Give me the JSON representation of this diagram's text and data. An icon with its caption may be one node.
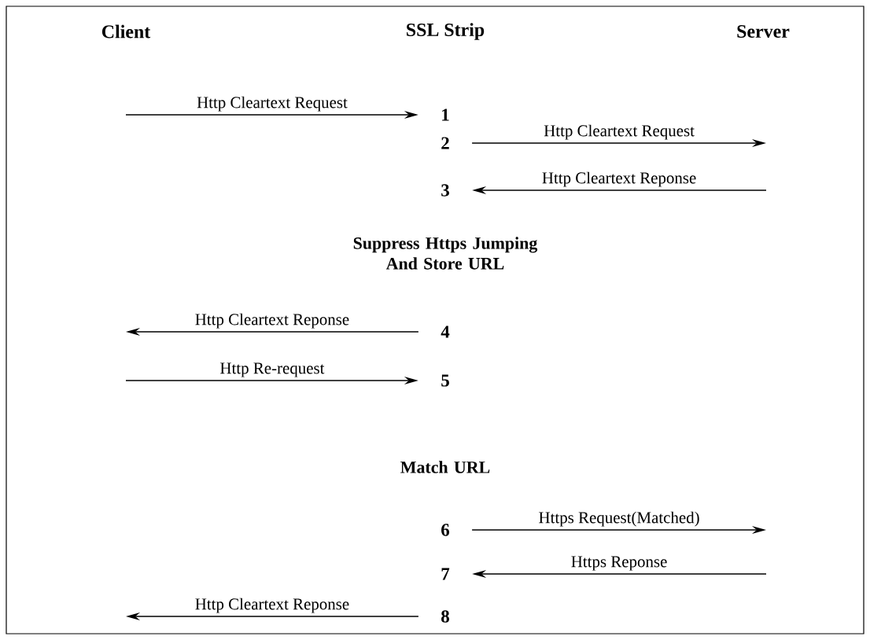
{
  "diagram": {
    "nodes": [
      {
        "text": [
          "Client"
        ]
      },
      {
        "text": [
          "SSL Strip"
        ]
      },
      {
        "text": [
          "Server"
        ]
      },
      {
        "text": [
          "1"
        ]
      },
      {
        "text": [
          "2"
        ]
      },
      {
        "text": [
          "3"
        ]
      },
      {
        "text": [
          "4"
        ]
      },
      {
        "text": [
          "5"
        ]
      },
      {
        "text": [
          "6"
        ]
      },
      {
        "text": [
          "7"
        ]
      },
      {
        "text": [
          "8"
        ]
      }
    ],
    "edges": [
      {
        "from": null,
        "to": 3,
        "arrow": "to",
        "label": "Http Cleartext Request"
      },
      {
        "from": 4,
        "to": null,
        "arrow": "to",
        "label": "Http Cleartext Request"
      },
      {
        "from": null,
        "to": 5,
        "arrow": "to",
        "label": "Http Cleartext Reponse"
      },
      {
        "from": 6,
        "to": null,
        "arrow": "to",
        "label": "Http Cleartext Reponse"
      },
      {
        "from": null,
        "to": 7,
        "arrow": "to",
        "label": "Http Re-request"
      },
      {
        "from": 8,
        "to": null,
        "arrow": "to",
        "label": "Https Request(Matched)"
      },
      {
        "from": null,
        "to": 9,
        "arrow": "to",
        "label": "Https Reponse"
      },
      {
        "from": 10,
        "to": null,
        "arrow": "to",
        "label": "Http Cleartext Reponse"
      }
    ],
    "labels": [
      "Suppress Https Jumping And Store URL",
      "Match URL"
    ]
  }
}
